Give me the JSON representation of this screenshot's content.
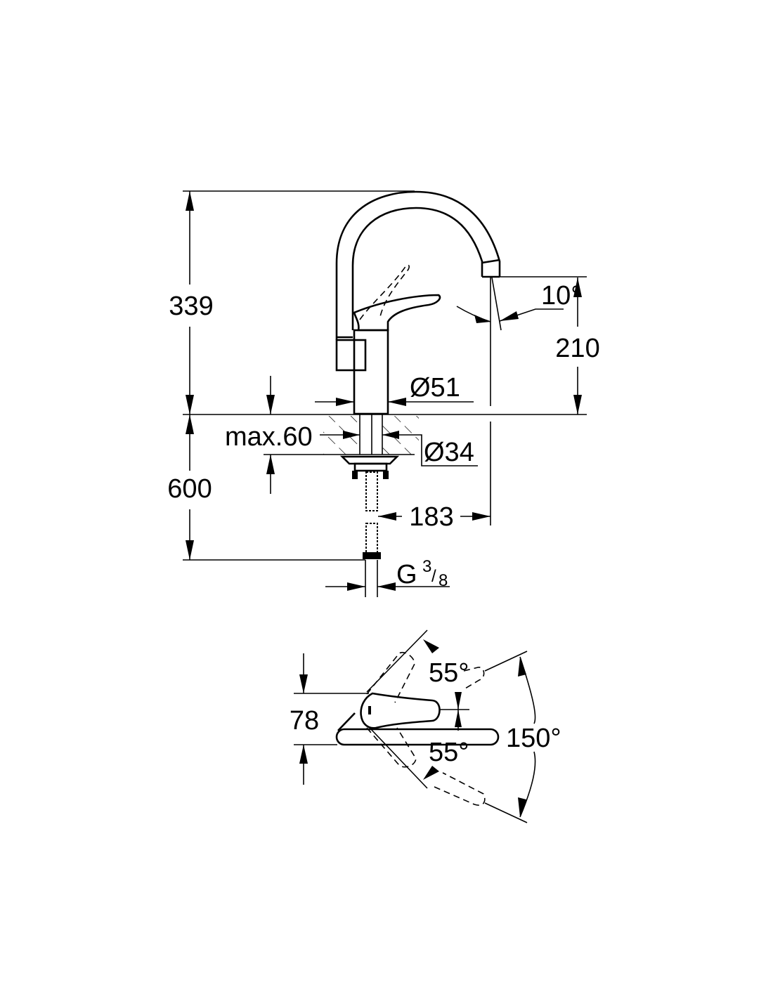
{
  "side_view": {
    "total_height": "339",
    "spout_height": "210",
    "spout_angle": "10°",
    "body_diameter": "Ø51",
    "max_counter_thickness": "max.60",
    "shank_diameter": "Ø34",
    "hose_length": "600",
    "spout_reach": "183",
    "connection_thread": {
      "main": "G",
      "num": "3",
      "slash": "/",
      "den": "8"
    }
  },
  "top_view": {
    "handle_height": "78",
    "upper_rotation": "55°",
    "lower_rotation": "55°",
    "total_rotation": "150°"
  }
}
